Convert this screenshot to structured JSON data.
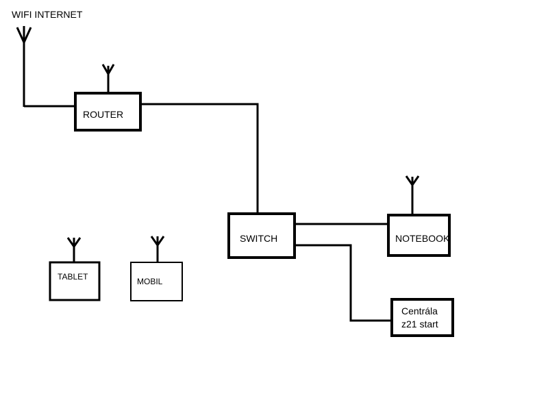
{
  "title": "WIFI INTERNET",
  "nodes": {
    "router": {
      "label": "ROUTER"
    },
    "switch": {
      "label": "SWITCH"
    },
    "notebook": {
      "label": "NOTEBOOK"
    },
    "central": {
      "line1": "Centrála",
      "line2": "z21 start"
    },
    "tablet": {
      "label": "TABLET"
    },
    "mobil": {
      "label": "MOBIL"
    }
  },
  "colors": {
    "line": "#000000",
    "background": "#ffffff"
  }
}
